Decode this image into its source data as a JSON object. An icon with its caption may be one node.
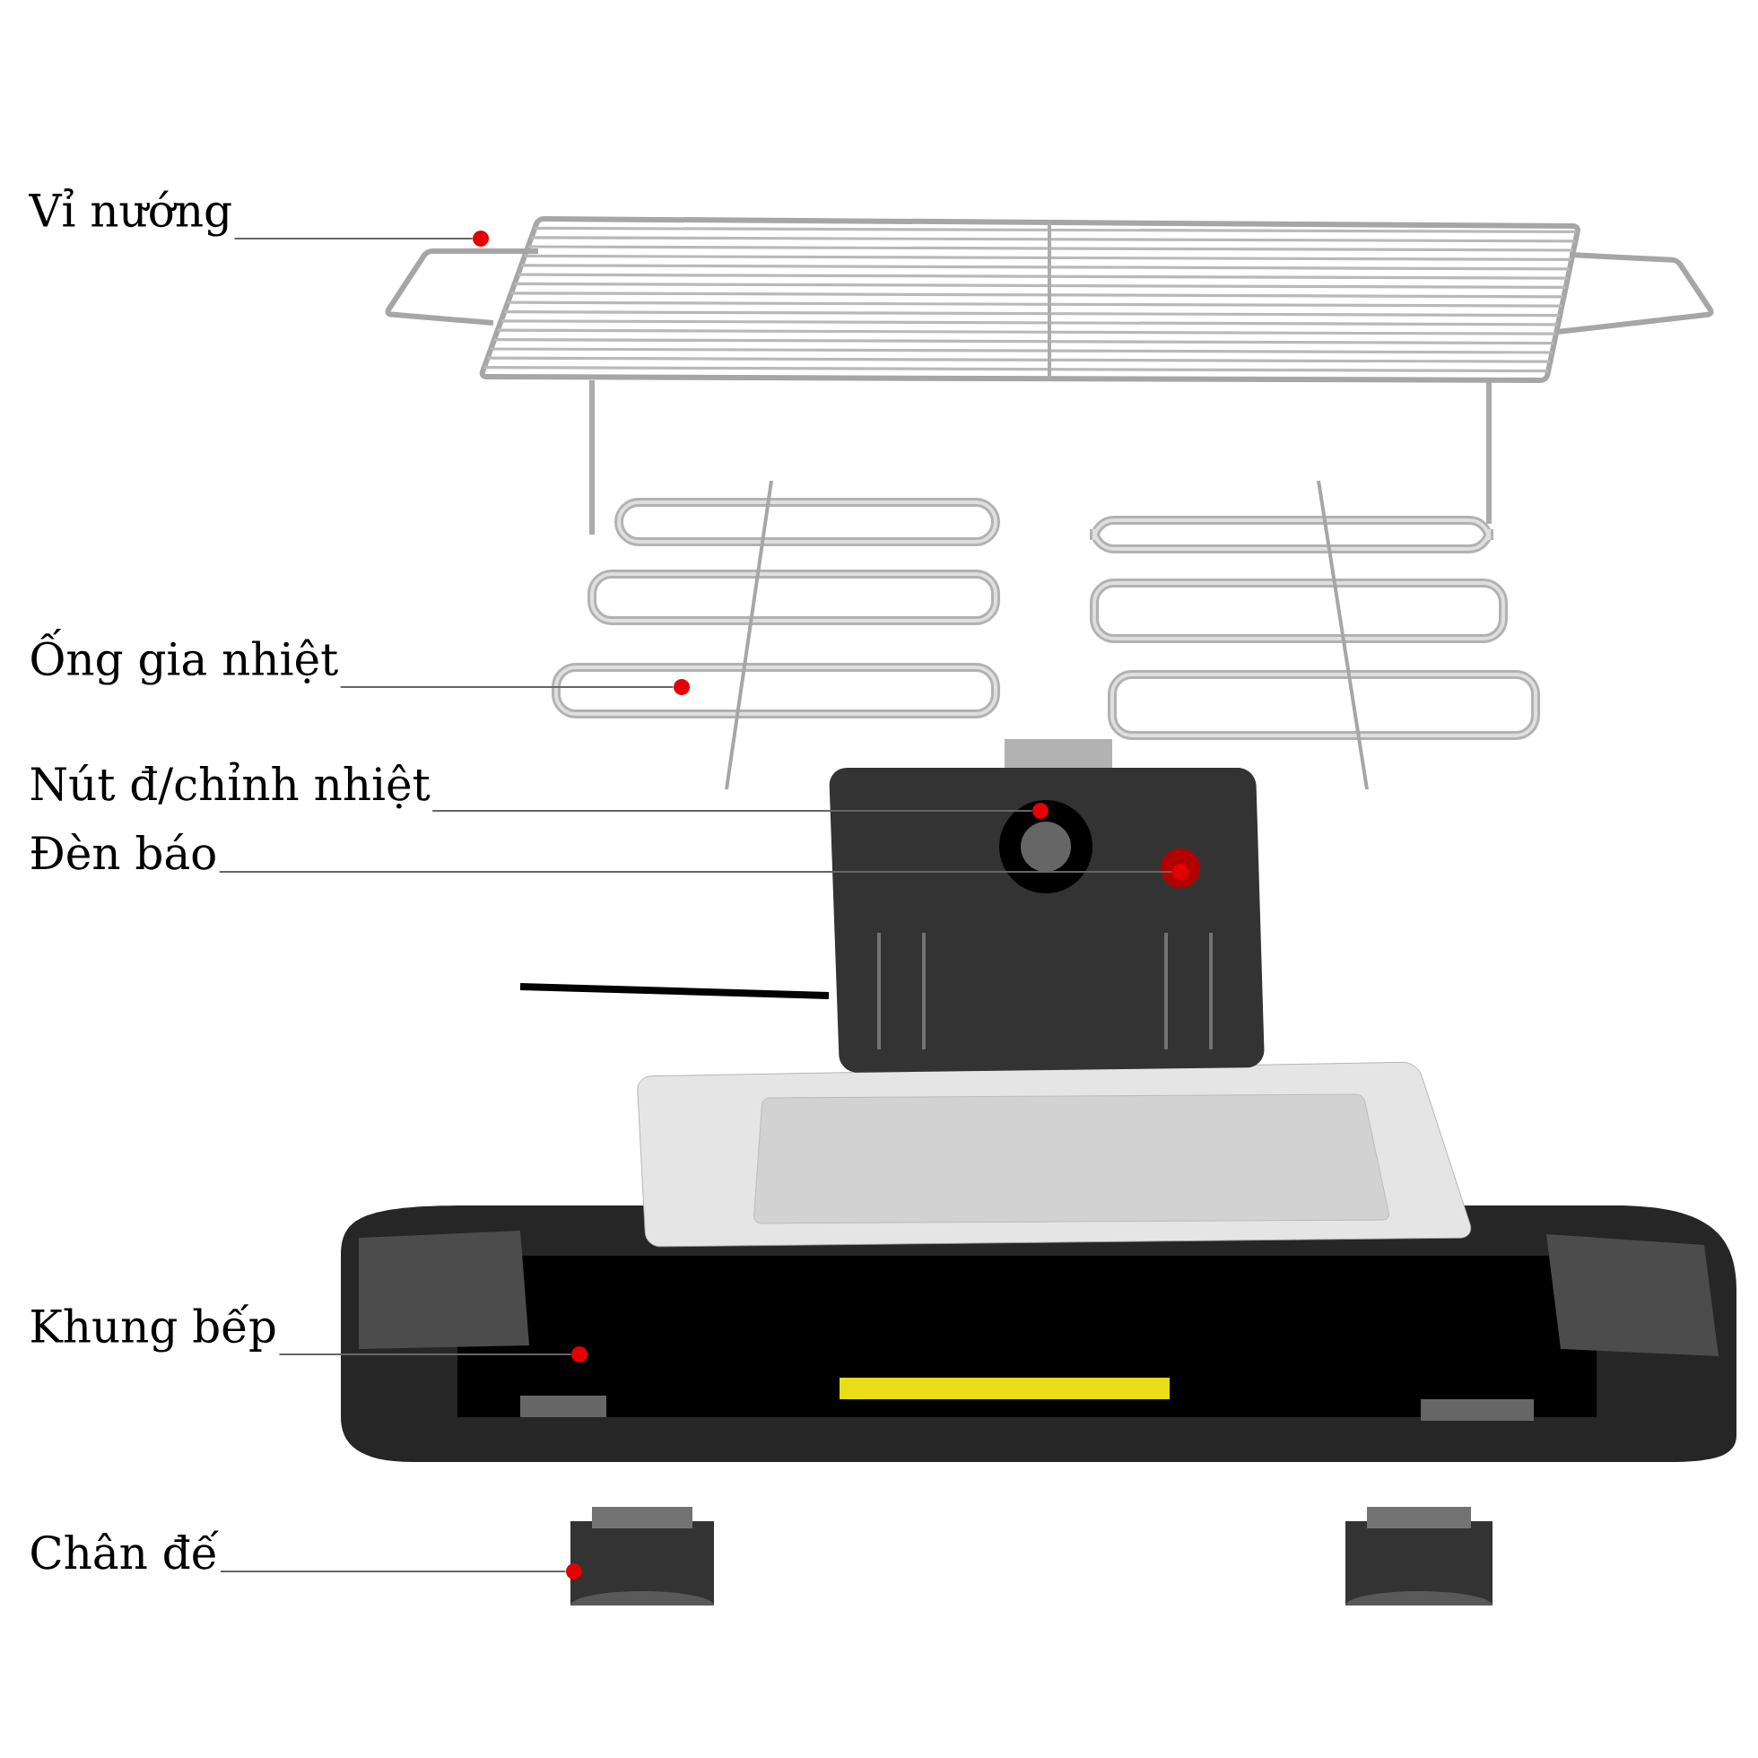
{
  "diagram": {
    "nodes": [
      {
        "text": [
          "Vỉ nướng"
        ]
      },
      {
        "text": [
          "Ống gia nhiệt"
        ]
      },
      {
        "text": [
          "Nút đ/chỉnh nhiệt"
        ]
      },
      {
        "text": [
          "Đèn báo"
        ]
      },
      {
        "text": [
          "Khung bếp"
        ]
      },
      {
        "text": [
          "Chân đế"
        ]
      },
      {
        "text": [],
        "shape": "circle"
      },
      {
        "text": [],
        "shape": "circle"
      },
      {
        "text": [],
        "shape": "circle"
      },
      {
        "text": [],
        "shape": "circle"
      },
      {
        "text": [],
        "shape": "circle"
      },
      {
        "text": [],
        "shape": "circle"
      }
    ],
    "edges": [
      {
        "from": 0,
        "to": 6,
        "arrow": "none"
      },
      {
        "from": 1,
        "to": 7,
        "arrow": "none"
      },
      {
        "from": 2,
        "to": 8,
        "arrow": "none"
      },
      {
        "from": 3,
        "to": 9,
        "arrow": "none"
      },
      {
        "from": 4,
        "to": 10,
        "arrow": "none"
      },
      {
        "from": 5,
        "to": 11,
        "arrow": "none"
      }
    ]
  }
}
